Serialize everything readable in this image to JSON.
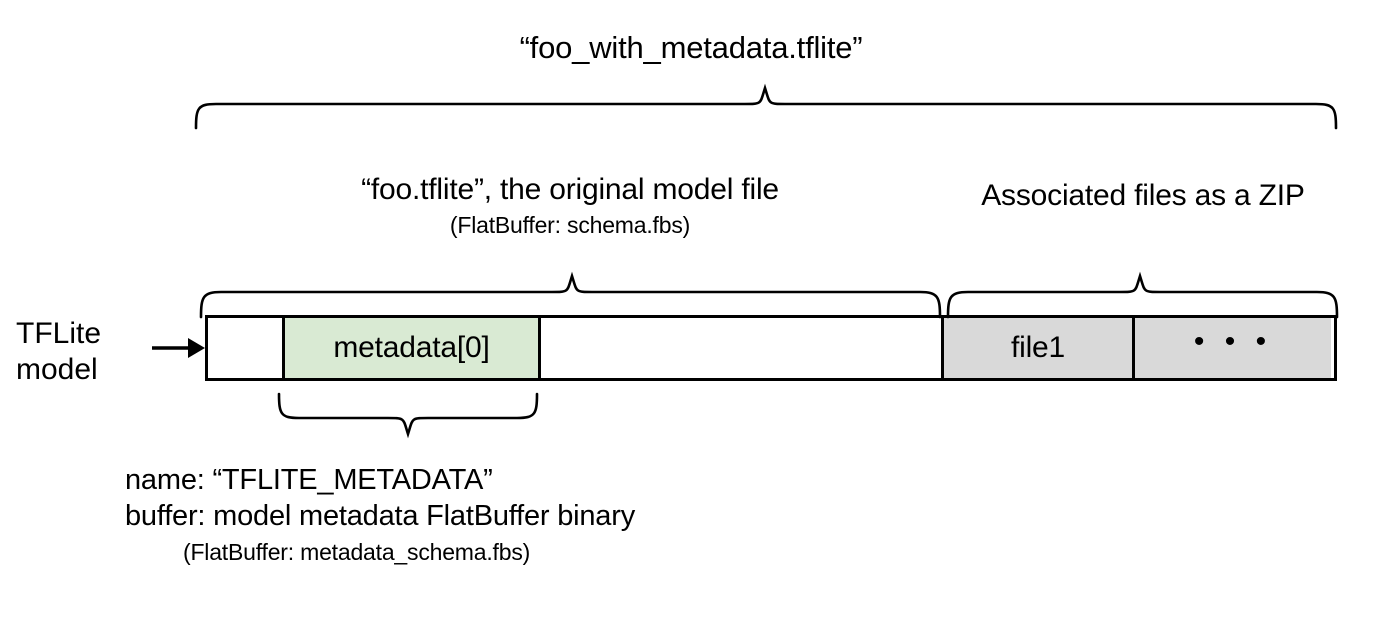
{
  "diagram": {
    "title": "“foo_with_metadata.tflite”",
    "model_file_label": "“foo.tflite”, the original model file",
    "model_file_sublabel": "(FlatBuffer: schema.fbs)",
    "zip_label": "Associated files as a ZIP",
    "source_label_line1": "TFLite",
    "source_label_line2": "model",
    "arrow_icon": "right-arrow-icon",
    "bar": {
      "cells": [
        {
          "label": "",
          "name": "bar-cell-leading-pad",
          "fill": "#ffffff"
        },
        {
          "label": "metadata[0]",
          "name": "bar-cell-metadata",
          "fill": "#d9ead3"
        },
        {
          "label": "",
          "name": "bar-cell-middle-pad",
          "fill": "#ffffff"
        },
        {
          "label": "file1",
          "name": "bar-cell-file1",
          "fill": "#d9d9d9"
        },
        {
          "label": "• • •",
          "name": "bar-cell-ellipsis",
          "fill": "#d9d9d9"
        }
      ]
    },
    "metadata_caption": {
      "line1": "name: “TFLITE_METADATA”",
      "line2": "buffer: model metadata FlatBuffer binary",
      "line3": "(FlatBuffer: metadata_schema.fbs)"
    },
    "colors": {
      "metadata_fill": "#d9ead3",
      "zip_fill": "#d9d9d9",
      "stroke": "#000000",
      "background": "#ffffff"
    },
    "braces": {
      "top_full_file": "brace-up-full-file",
      "original_model": "brace-up-original-model",
      "associated_zip": "brace-up-associated-zip",
      "metadata_detail": "brace-down-metadata"
    }
  }
}
